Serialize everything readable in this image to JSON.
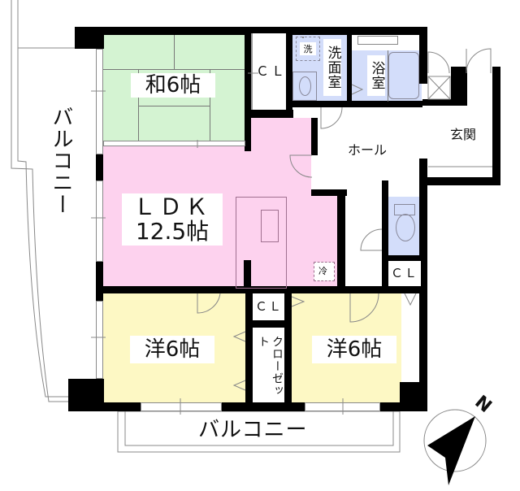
{
  "floor_plan": {
    "rooms": {
      "washitsu": {
        "label": "和6帖",
        "type": "Japanese-style room",
        "size_jo": 6,
        "color": "#d4f3d2"
      },
      "ldk": {
        "label_line1": "ＬＤＫ",
        "label_line2": "12.5帖",
        "size_jo": 12.5,
        "color": "#fdd2ee"
      },
      "western_left": {
        "label": "洋6帖",
        "size_jo": 6,
        "color": "#fdf8c4"
      },
      "western_right": {
        "label": "洋6帖",
        "size_jo": 6,
        "color": "#fdf8c4"
      },
      "washroom": {
        "label": "洗面室",
        "color": "#d3ddfa"
      },
      "bathroom": {
        "label": "浴室",
        "color": "#d3ddfa"
      },
      "toilet": {
        "color": "#d3ddfa"
      },
      "hall": {
        "label": "ホール"
      },
      "entrance": {
        "label": "玄関"
      }
    },
    "storage": {
      "cl_top": "ＣＬ",
      "cl_middle": "ＣＬ",
      "cl_right": "ＣＬ",
      "closet": "クローゼット"
    },
    "fixtures": {
      "washing_machine": "洗",
      "refrigerator": "冷"
    },
    "balconies": {
      "west": "バルコニー",
      "south": "バルコニー"
    },
    "compass": {
      "north_label": "N"
    }
  }
}
